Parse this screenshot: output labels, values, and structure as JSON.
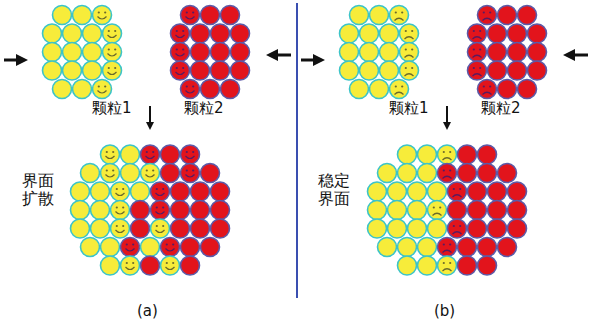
{
  "diagram": {
    "labels": [
      "颗粒1",
      "颗粒2",
      "界面 扩散",
      "颗粒1",
      "颗粒2",
      "稳定 界面",
      "(a)",
      "(b)"
    ]
  }
}
